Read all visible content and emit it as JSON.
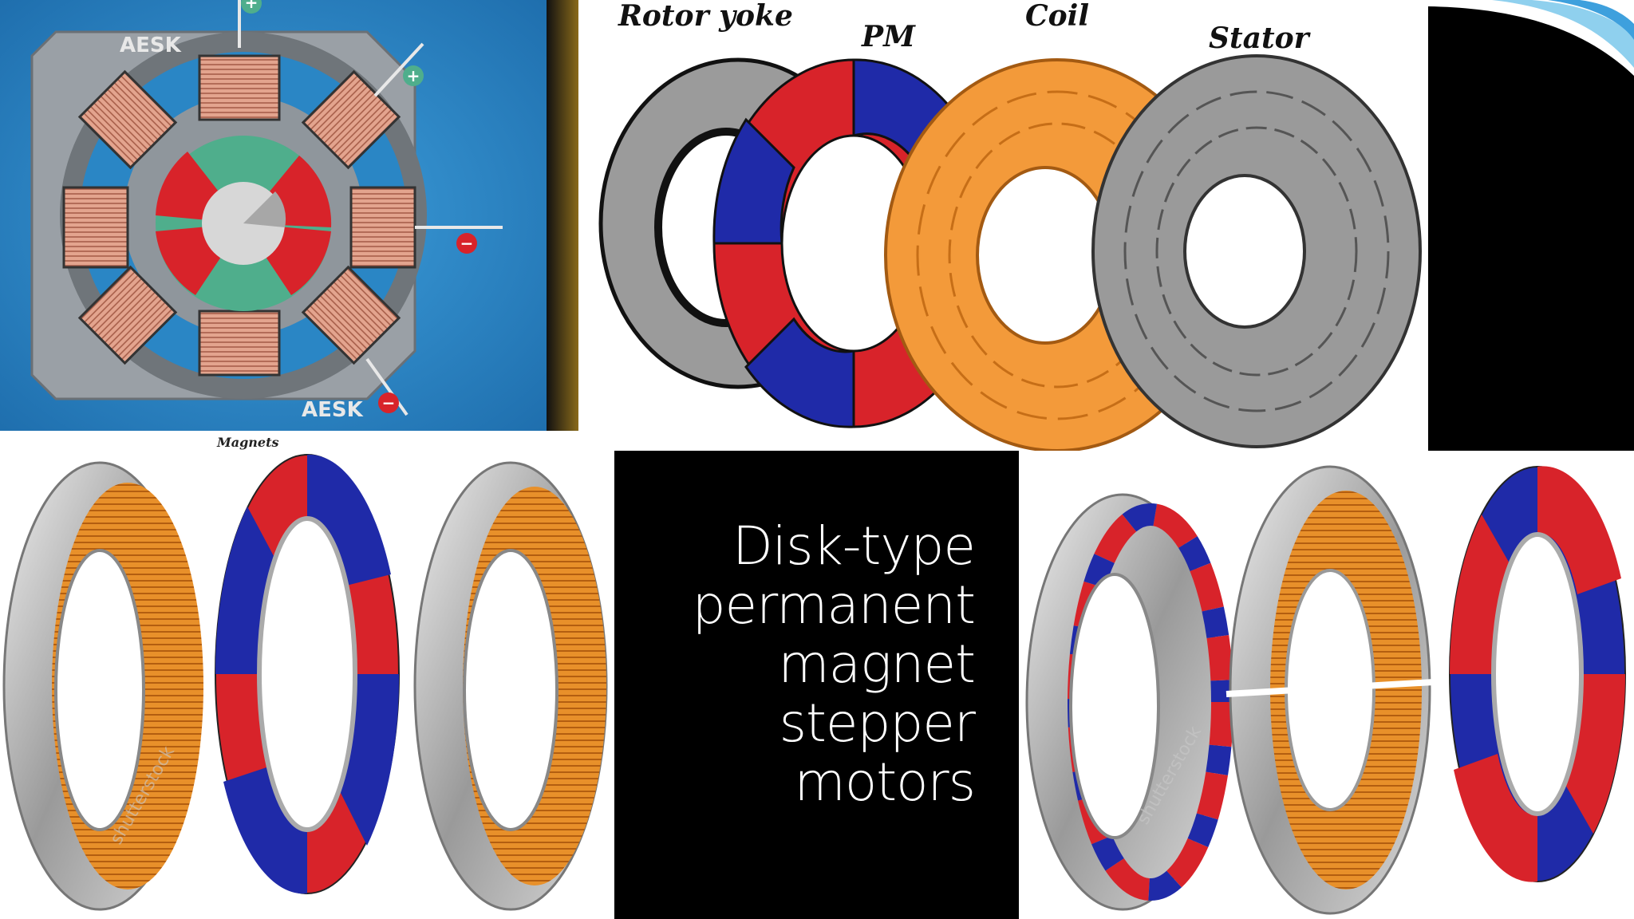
{
  "slide": {
    "title_lines": [
      "Disk-type",
      "permanent",
      "magnet",
      "stepper",
      "motors"
    ]
  },
  "exploded_view": {
    "labels": {
      "rotor_yoke": "Rotor yoke",
      "pm": "PM",
      "coil": "Coil",
      "stator": "Stator"
    }
  },
  "stepper_diagram": {
    "logo_text": "AESK",
    "terminal_plus": "+",
    "terminal_minus": "−"
  },
  "disk_models_left": {
    "label": "Magnets",
    "watermark": "shutterstock"
  },
  "disk_models_right": {
    "watermark": "shutterstock"
  },
  "colors": {
    "accent_blue": "#2a86c5",
    "magnet_red": "#d8232a",
    "magnet_blue": "#1f2aa8",
    "coil_orange": "#f39a3a",
    "steel_gray": "#9a9a9a",
    "copper": "#d9876a",
    "rotor_green": "#4fae8c"
  }
}
